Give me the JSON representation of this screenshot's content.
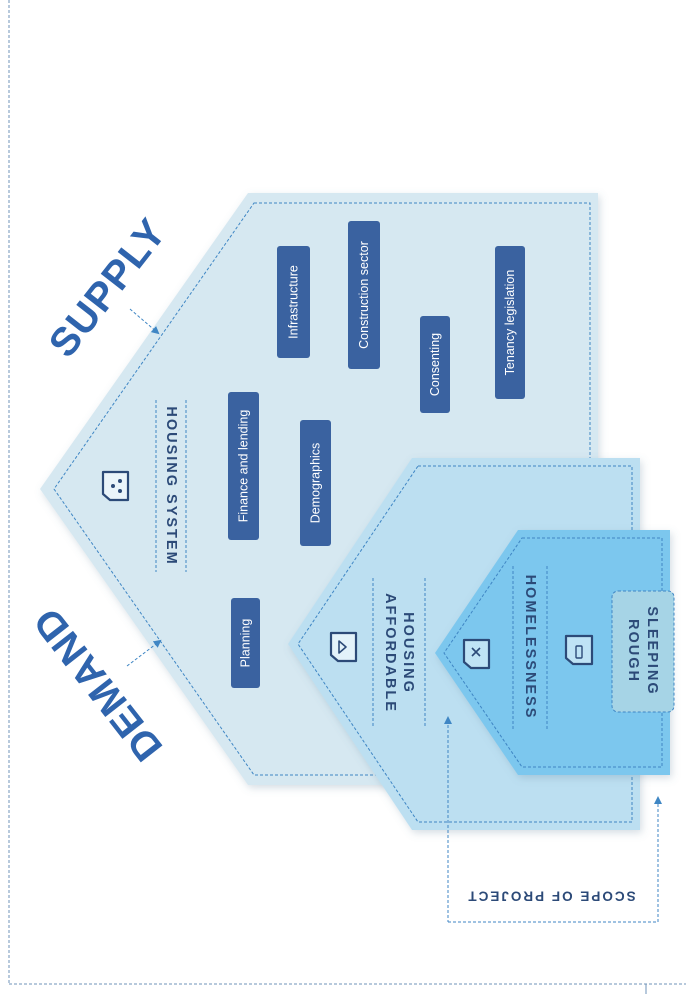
{
  "labels": {
    "supply": "SUPPLY",
    "demand": "DEMAND",
    "housing_system": "HOUSING SYSTEM",
    "affordable_housing": [
      "AFFORDABLE",
      "HOUSING"
    ],
    "homelessness": "HOMELESSNESS",
    "rough_sleeping": [
      "ROUGH",
      "SLEEPING"
    ],
    "scope_of_project": "SCOPE OF PROJECT"
  },
  "factors": [
    "Infrastructure",
    "Construction sector",
    "Tenancy legislation",
    "Consenting",
    "Finance and lending",
    "Demographics",
    "Planning"
  ],
  "icons": {
    "housing_system": "network-house-icon",
    "affordable_housing": "house-check-icon",
    "homelessness": "house-cross-icon",
    "rough_sleeping": "sleeping-bag-icon"
  },
  "colors": {
    "housing_system": "#d6e8f1",
    "affordable_housing": "#bcdff1",
    "homelessness": "#7cc7ee",
    "rough_sleeping": "#a6d4e6",
    "factor_tag": "#3a62a0",
    "heading": "#2f64ad",
    "label_text": "#2c4a78"
  }
}
